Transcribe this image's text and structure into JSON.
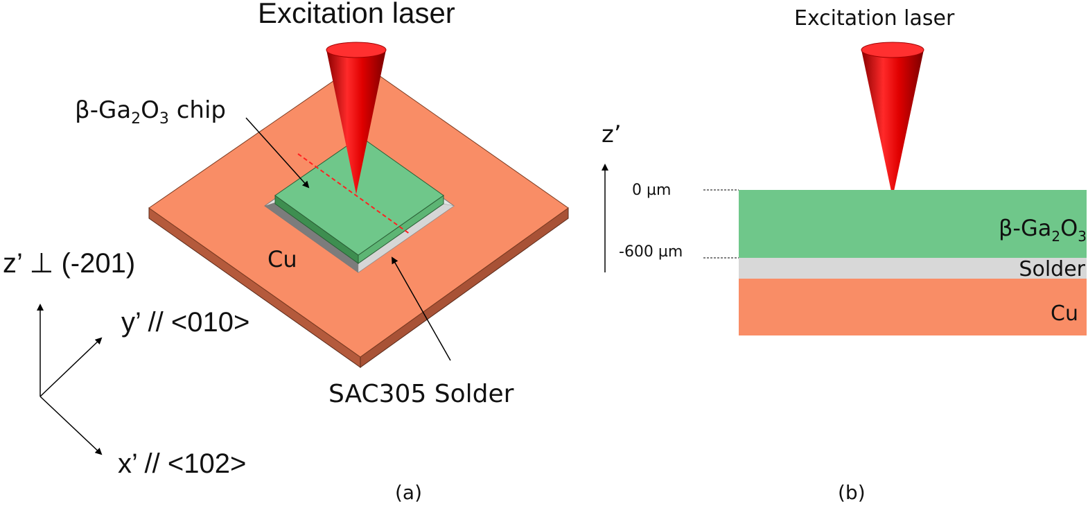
{
  "panel_a": {
    "title": "Excitation laser",
    "chip_label_prefix": "β-Ga",
    "chip_sub1": "2",
    "chip_mid": "O",
    "chip_sub2": "3",
    "chip_suffix": " chip",
    "substrate_label": "Cu",
    "solder_label": "SAC305 Solder",
    "axis_z": "z’ ⊥ (-201)",
    "axis_y": "y’ // <010>",
    "axis_x": "x’ // <102>",
    "caption": "(a)"
  },
  "panel_b": {
    "title": "Excitation laser",
    "axis_label": "z’",
    "tick_top": "0 µm",
    "tick_bottom": "-600 µm",
    "layer_chip_prefix": "β-Ga",
    "layer_chip_sub1": "2",
    "layer_chip_mid": "O",
    "layer_chip_sub2": "3",
    "layer_solder": "Solder",
    "layer_cu": "Cu",
    "caption": "(b)"
  },
  "colors": {
    "copper": "#F98D66",
    "copper_side": "#B45A3C",
    "chip_green": "#6FC78A",
    "chip_side": "#3E8E50",
    "solder": "#D8D8D8",
    "solder_dark": "#8A8A8A",
    "laser_red": "#E0000A"
  }
}
